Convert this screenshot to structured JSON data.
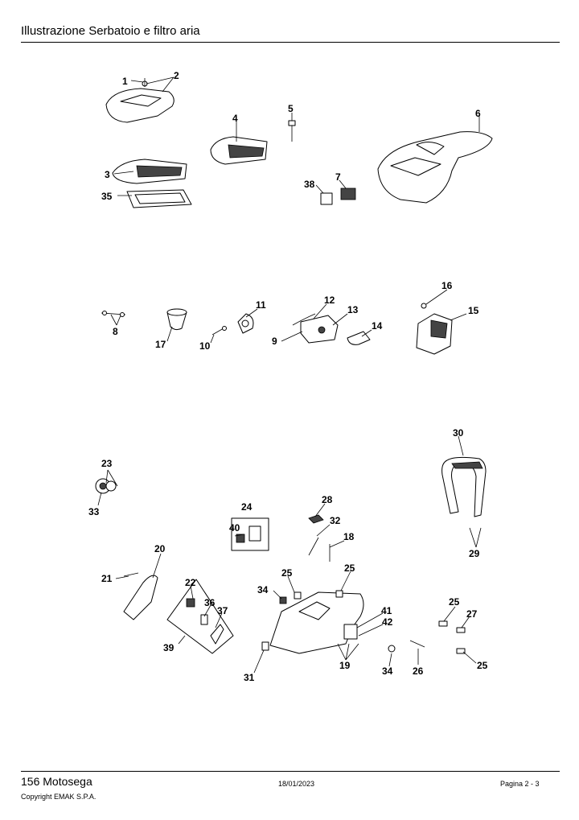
{
  "header": {
    "title": "Illustrazione  Serbatoio e filtro aria"
  },
  "footer": {
    "model": "156 Motosega",
    "date": "18/01/2023",
    "page": "Pagina 2 - 3",
    "copyright": "Copyright EMAK S.P.A."
  },
  "callouts": [
    "1",
    "2",
    "3",
    "35",
    "4",
    "5",
    "38",
    "7",
    "6",
    "8",
    "17",
    "10",
    "11",
    "12",
    "13",
    "9",
    "14",
    "16",
    "15",
    "23",
    "33",
    "24",
    "40",
    "28",
    "32",
    "18",
    "30",
    "29",
    "20",
    "21",
    "22",
    "36",
    "37",
    "39",
    "25",
    "34",
    "31",
    "41",
    "42",
    "19",
    "26",
    "27"
  ]
}
